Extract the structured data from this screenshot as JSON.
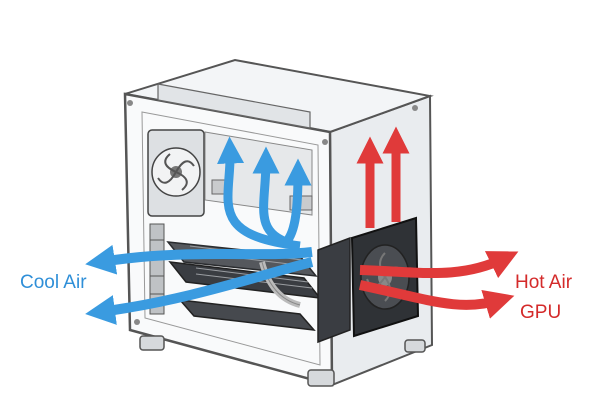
{
  "labels": {
    "cool_air": "Cool Air",
    "hot_air": "Hot Air",
    "gpu": "GPU"
  },
  "colors": {
    "cool": "#3a9be0",
    "hot": "#e03a3a",
    "outline": "#555555",
    "panel": "#eef0f2",
    "component": "#3a3d42"
  },
  "icons": {
    "front_fan": "fan-icon",
    "rear_fan": "fan-icon",
    "cool_arrows": "arrow-icon",
    "hot_arrows": "arrow-icon"
  }
}
